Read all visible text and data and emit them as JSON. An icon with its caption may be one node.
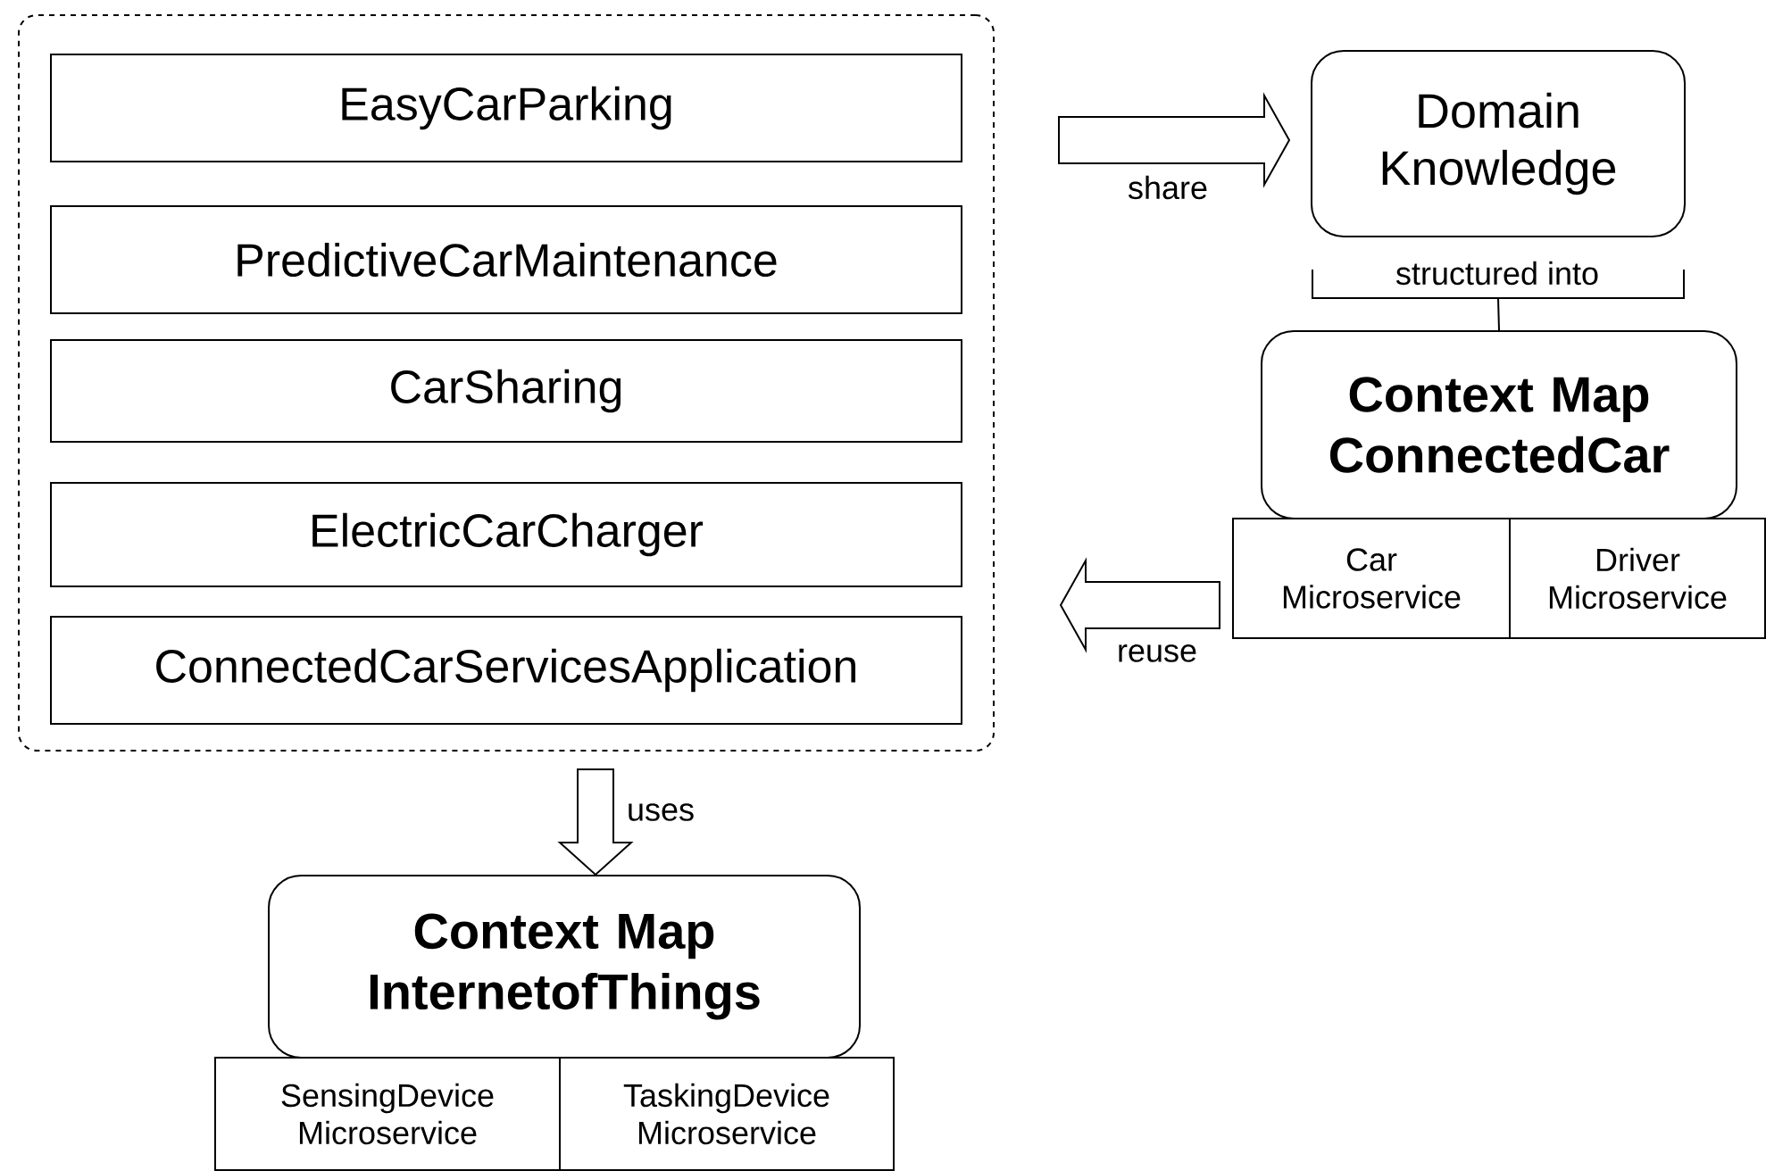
{
  "diagram": {
    "nodes": [
      {
        "text": [],
        "shape": "box"
      },
      {
        "text": [
          "EasyCarParking"
        ],
        "in": 0
      },
      {
        "text": [
          "PredictiveCarMaintenance"
        ],
        "in": 0
      },
      {
        "text": [
          "CarSharing"
        ],
        "in": 0
      },
      {
        "text": [
          "ElectricCarCharger"
        ],
        "in": 0
      },
      {
        "text": [
          "ConnectedCarServicesApplication"
        ],
        "in": 0
      },
      {
        "text": [
          "Domain Knowledge"
        ]
      },
      {
        "text": [
          "Context Map ConnectedCar"
        ]
      },
      {
        "text": [
          "Car Microservice"
        ]
      },
      {
        "text": [
          "Driver Microservice"
        ]
      },
      {
        "text": [
          "Context Map InternetofThings"
        ]
      },
      {
        "text": [
          "SensingDevice Microservice"
        ]
      },
      {
        "text": [
          "TaskingDevice Microservice"
        ]
      }
    ],
    "edges": [
      {
        "from": 0,
        "to": 6,
        "arrow": "to",
        "label": "share"
      },
      {
        "from": 6,
        "to": 7,
        "arrow": "none",
        "label": "structured into"
      },
      {
        "from": 8,
        "to": 0,
        "arrow": "to",
        "label": "reuse"
      },
      {
        "from": 0,
        "to": 10,
        "arrow": "to",
        "label": "uses"
      }
    ]
  }
}
